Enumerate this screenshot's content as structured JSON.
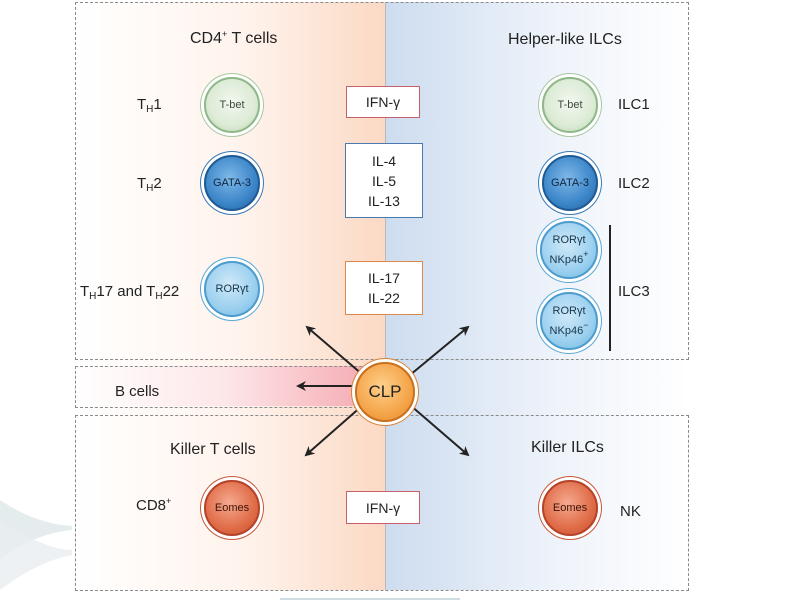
{
  "upper_left_title": "CD4",
  "upper_left_title_sup": "+",
  "upper_left_title_rest": " T cells",
  "upper_right_title": "Helper-like ILCs",
  "lower_left_title": "Killer T cells",
  "lower_right_title": "Killer ILCs",
  "b_cells_label": "B cells",
  "center_cell_label": "CLP",
  "rows": {
    "th1": {
      "t_label_main": "T",
      "t_label_sub": "H",
      "t_label_tail": "1",
      "t_cell": "T-bet",
      "cytokine": "IFN-γ",
      "ilc_cell": "T-bet",
      "ilc_label": "ILC1"
    },
    "th2": {
      "t_label_main": "T",
      "t_label_sub": "H",
      "t_label_tail": "2",
      "t_cell": "GATA-3",
      "cytokines": [
        "IL-4",
        "IL-5",
        "IL-13"
      ],
      "ilc_cell": "GATA-3",
      "ilc_label": "ILC2"
    },
    "th17": {
      "t_label_a": "T",
      "t_label_a_sub": "H",
      "t_label_b": "17 and T",
      "t_label_b_sub": "H",
      "t_label_c": "22",
      "t_cell": "RORγt",
      "cytokines": [
        "IL-17",
        "IL-22"
      ]
    },
    "ilc3": {
      "label": "ILC3",
      "cell_top_line1": "RORγt",
      "cell_top_line2": "NKp46",
      "cell_top_sup": "+",
      "cell_bottom_line1": "RORγt",
      "cell_bottom_line2": "NKp46",
      "cell_bottom_sup": "−"
    },
    "killer": {
      "t_label": "CD8",
      "t_label_sup": "+",
      "t_cell": "Eomes",
      "cytokine": "IFN-γ",
      "ilc_cell": "Eomes",
      "ilc_label": "NK"
    }
  },
  "colors": {
    "t_side_gradient": "#fbd9c4",
    "ilc_side_gradient": "#cddcef",
    "b_cells_gradient": "#f4a0a8",
    "arrow": "#222222"
  }
}
